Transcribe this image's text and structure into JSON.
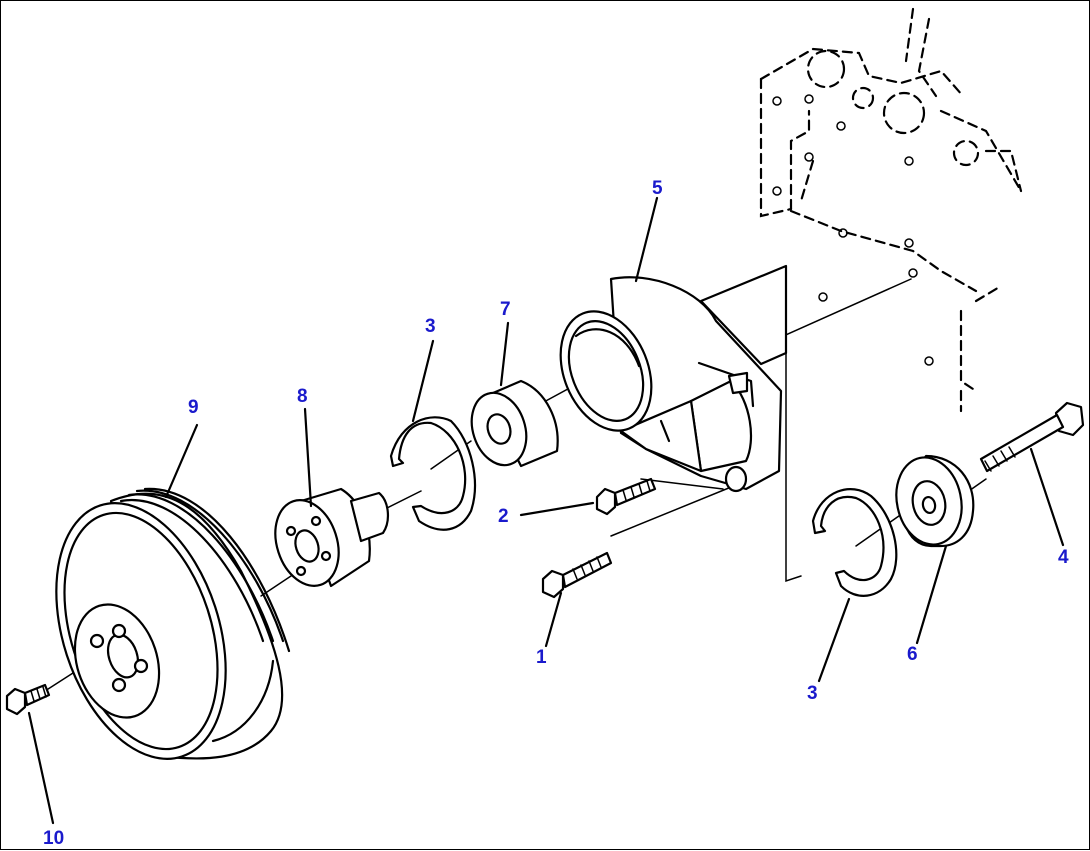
{
  "callouts": [
    {
      "id": "c1",
      "text": "1"
    },
    {
      "id": "c2",
      "text": "2"
    },
    {
      "id": "c3a",
      "text": "3"
    },
    {
      "id": "c3b",
      "text": "3"
    },
    {
      "id": "c4",
      "text": "4"
    },
    {
      "id": "c5",
      "text": "5"
    },
    {
      "id": "c6",
      "text": "6"
    },
    {
      "id": "c7",
      "text": "7"
    },
    {
      "id": "c8",
      "text": "8"
    },
    {
      "id": "c9",
      "text": "9"
    },
    {
      "id": "c10",
      "text": "10"
    }
  ],
  "colors": {
    "callout": "#1a1acc",
    "line": "#000000"
  }
}
